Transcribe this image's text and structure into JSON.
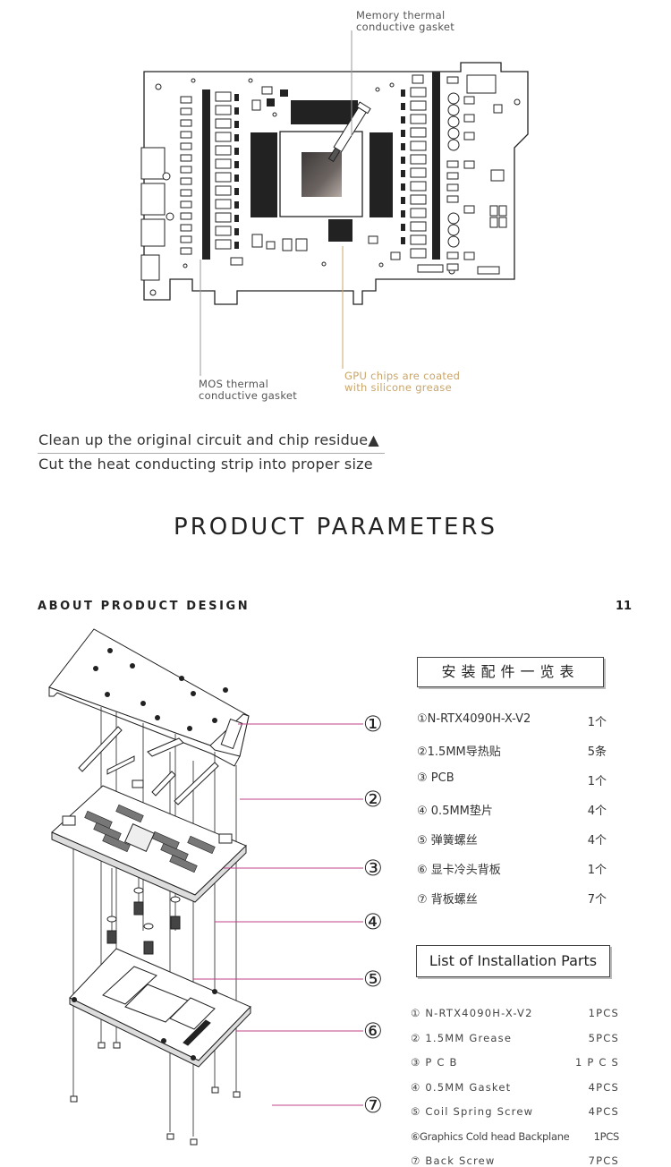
{
  "top_diagram": {
    "callout_memory": [
      "Memory thermal",
      "conductive gasket"
    ],
    "callout_mos": [
      "MOS thermal",
      "conductive gasket"
    ],
    "callout_gpu": [
      "GPU chips are coated",
      "with silicone grease"
    ]
  },
  "captions": {
    "line1": "Clean up the original circuit and chip residue▲",
    "line2": "Cut the heat conducting strip into proper size"
  },
  "section_title": "PRODUCT PARAMETERS",
  "about_label": "ABOUT PRODUCT DESIGN",
  "page_number": "11",
  "callout_numbers": [
    "①",
    "②",
    "③",
    "④",
    "⑤",
    "⑥",
    "⑦"
  ],
  "parts_cn": {
    "title": "安装配件一览表",
    "items": [
      {
        "name": "①N-RTX4090H-X-V2",
        "qty": "1个"
      },
      {
        "name": "②1.5MM导热贴",
        "qty": "5条"
      },
      {
        "name": "③ PCB",
        "qty": "1个"
      },
      {
        "name": "④ 0.5MM垫片",
        "qty": "4个"
      },
      {
        "name": "⑤ 弹簧螺丝",
        "qty": "4个"
      },
      {
        "name": "⑥ 显卡冷头背板",
        "qty": "1个"
      },
      {
        "name": "⑦ 背板螺丝",
        "qty": "7个"
      }
    ]
  },
  "parts_en": {
    "title": "List of Installation Parts",
    "items": [
      {
        "name": "① N-RTX4090H-X-V2",
        "qty": "1PCS"
      },
      {
        "name": "② 1.5MM Grease",
        "qty": "5PCS"
      },
      {
        "name": "③ P C B",
        "qty": "1 P C S"
      },
      {
        "name": "④ 0.5MM Gasket",
        "qty": "4PCS"
      },
      {
        "name": "⑤ Coil Spring Screw",
        "qty": "4PCS"
      },
      {
        "name": "⑥Graphics Cold head Backplane",
        "qty": "1PCS"
      },
      {
        "name": "⑦ Back Screw",
        "qty": "7PCS"
      }
    ]
  },
  "colors": {
    "gold": "#c9a56a",
    "pink": "#c0408a",
    "line": "#222222"
  }
}
